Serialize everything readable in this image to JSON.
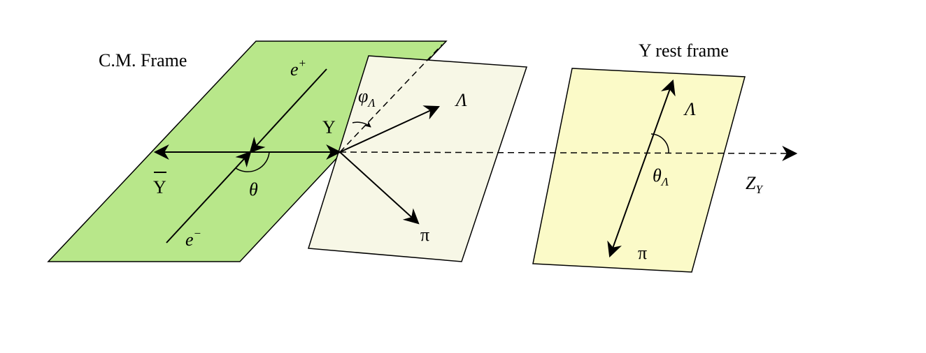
{
  "diagram": {
    "colors": {
      "cm_plane": "#b8e78a",
      "decay_plane": "#f7f7e6",
      "rest_plane": "#fbfac8",
      "stroke": "#000000"
    },
    "labels": {
      "cm_frame": "C.M. Frame",
      "rest_frame": "Υ rest frame",
      "e_plus_base": "e",
      "e_plus_sup": "+",
      "e_minus_base": "e",
      "e_minus_sup": "−",
      "hyperon": "Υ",
      "anti_hyperon": "Υ",
      "theta": "θ",
      "phi_base": "φ",
      "phi_sub": "Λ",
      "lambda_decay": "Λ",
      "pi_decay": "π",
      "lambda_rest": "Λ",
      "pi_rest": "π",
      "theta_lambda_base": "θ",
      "theta_lambda_sub": "Λ",
      "z_axis_base": "Z",
      "z_axis_sub": "Y"
    }
  }
}
